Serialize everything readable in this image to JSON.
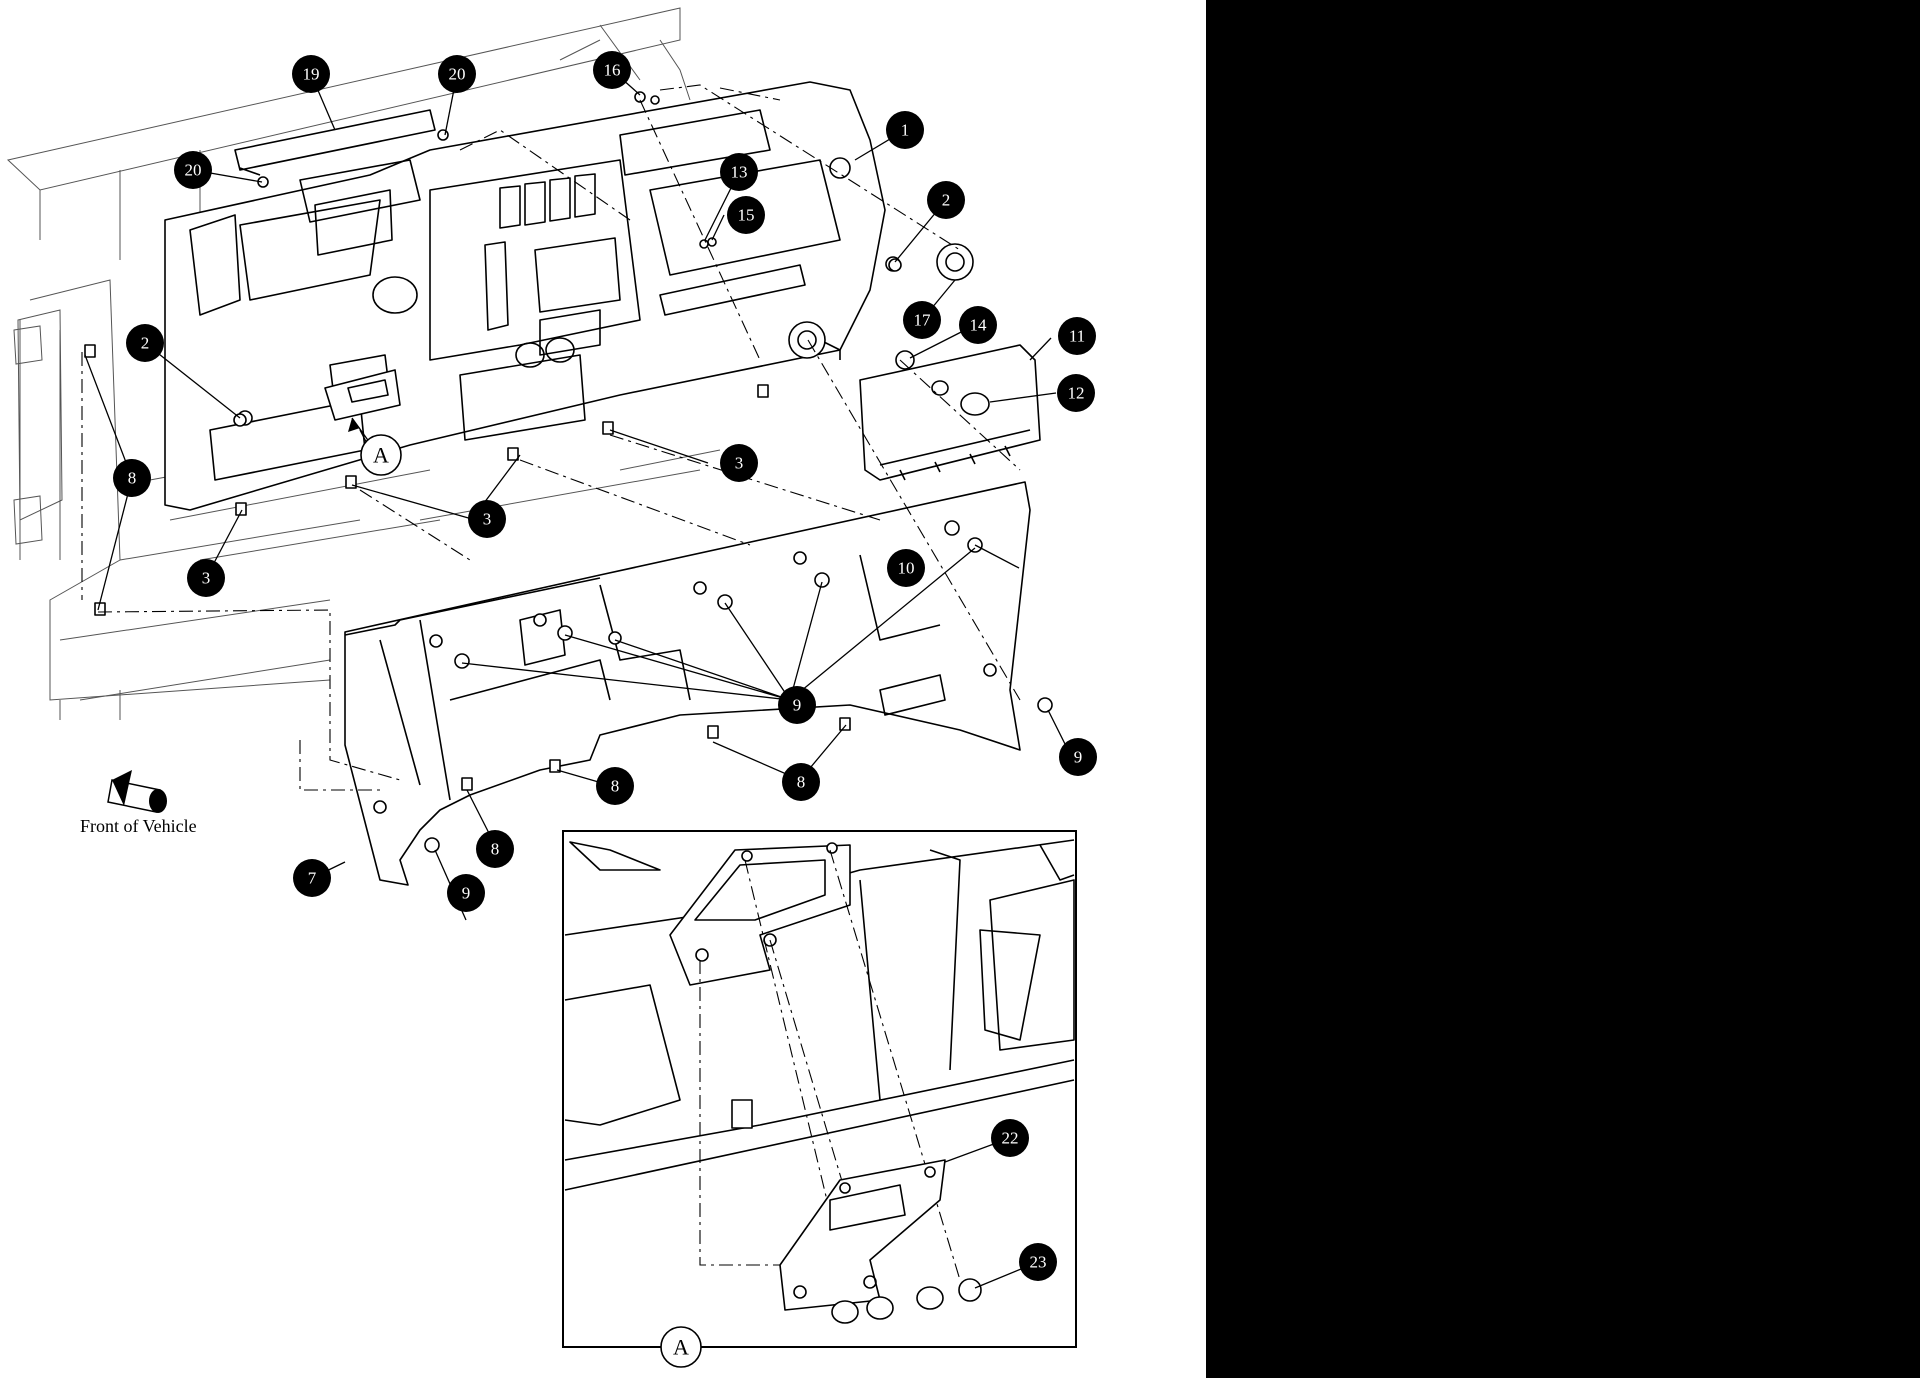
{
  "front_label": "Front of Vehicle",
  "detail_label": "A",
  "detail_box_label": "A",
  "callouts": [
    "19",
    "20",
    "16",
    "1",
    "20",
    "13",
    "15",
    "2",
    "17",
    "14",
    "11",
    "12",
    "2",
    "3",
    "3",
    "3",
    "8",
    "10",
    "9",
    "9",
    "8",
    "8",
    "8",
    "7",
    "9",
    "22",
    "23"
  ],
  "colors": {
    "background": "#ffffff",
    "ink": "#000000",
    "side_band": "#000000"
  }
}
